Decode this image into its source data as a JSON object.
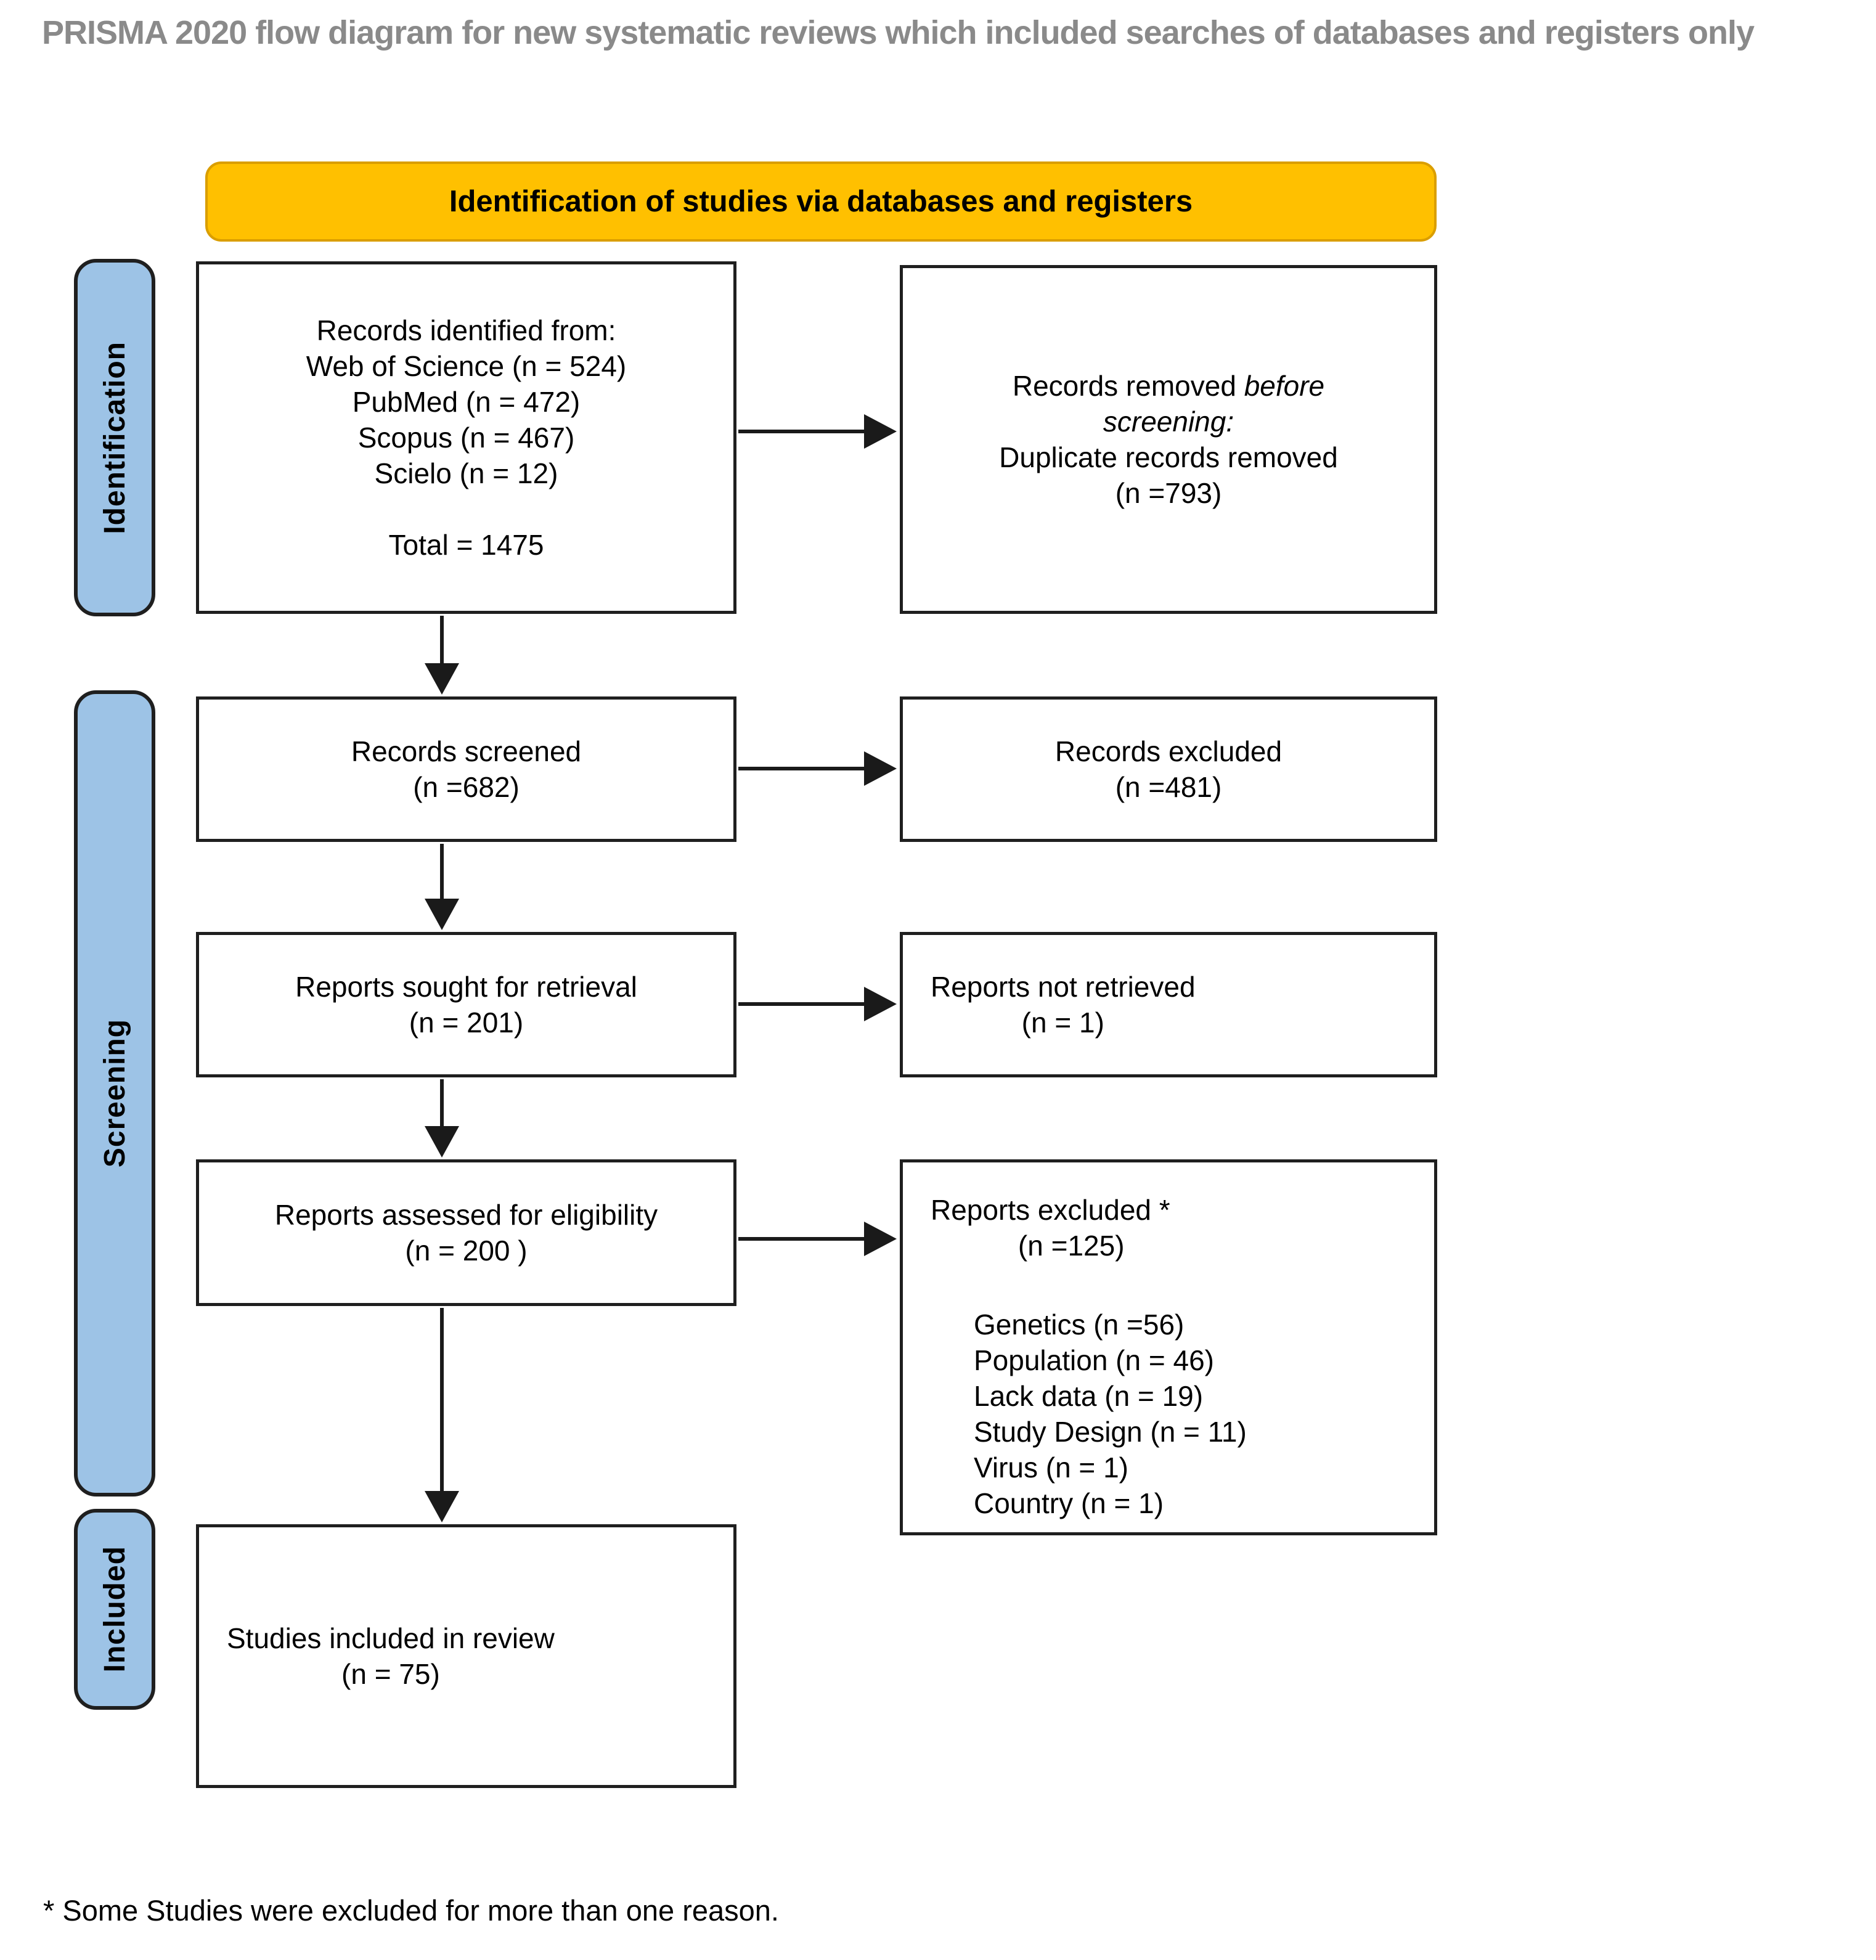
{
  "title": "PRISMA 2020 flow diagram for new systematic reviews which included searches of databases and registers only",
  "banner": {
    "label": "Identification of studies via databases and registers"
  },
  "sidebar": {
    "identification": "Identification",
    "screening": "Screening",
    "included": "Included"
  },
  "boxes": {
    "records_identified": {
      "lines": [
        "Records identified from:",
        "Web of Science (n = 524)",
        "PubMed (n = 472)",
        "Scopus (n = 467)",
        "Scielo (n = 12)"
      ],
      "total": "Total = 1475"
    },
    "records_removed": {
      "line1_normal": "Records removed",
      "line1_italic": "before",
      "line2_italic": "screening:",
      "line3": "Duplicate records removed",
      "line4": "(n =793)"
    },
    "records_screened": {
      "line1": "Records screened",
      "line2": "(n =682)"
    },
    "records_excluded": {
      "line1": "Records excluded",
      "line2": "(n =481)"
    },
    "reports_sought": {
      "line1": "Reports sought for retrieval",
      "line2": "(n = 201)"
    },
    "reports_not_retrieved": {
      "line1": "Reports not retrieved",
      "line2": "(n = 1)"
    },
    "reports_assessed": {
      "line1": "Reports assessed for eligibility",
      "line2": "(n = 200 )"
    },
    "reports_excluded": {
      "line1": "Reports excluded *",
      "line2": "(n =125)",
      "reasons": [
        "Genetics (n =56)",
        "Population (n = 46)",
        "Lack data (n = 19)",
        "Study Design (n = 11)",
        "Virus (n = 1)",
        "Country (n = 1)"
      ]
    },
    "studies_included": {
      "line1": "Studies included in review",
      "line2": "(n = 75)"
    }
  },
  "footnote": "* Some Studies were excluded for more than one reason.",
  "colors": {
    "banner_fill": "#FFC000",
    "banner_border": "#DA9E00",
    "sidebar_fill": "#9DC3E6",
    "box_border": "#1F1F1F"
  }
}
